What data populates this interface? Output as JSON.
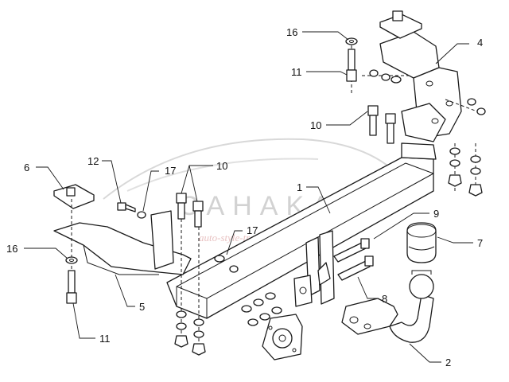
{
  "watermark": {
    "brand": "CAHAKA",
    "tagline": "auto-style-travel",
    "text_color": "#c8c8c8",
    "tagline_color": "#e3b3b3"
  },
  "callouts": {
    "c16_top": "16",
    "c11_top": "11",
    "c4": "4",
    "c10_mid": "10",
    "c6": "6",
    "c12": "12",
    "c17_left": "17",
    "c10_left": "10",
    "c1": "1",
    "c9": "9",
    "c7": "7",
    "c16_left": "16",
    "c17_mid": "17",
    "c5": "5",
    "c8": "8",
    "c11_bottom": "11",
    "c2": "2"
  }
}
